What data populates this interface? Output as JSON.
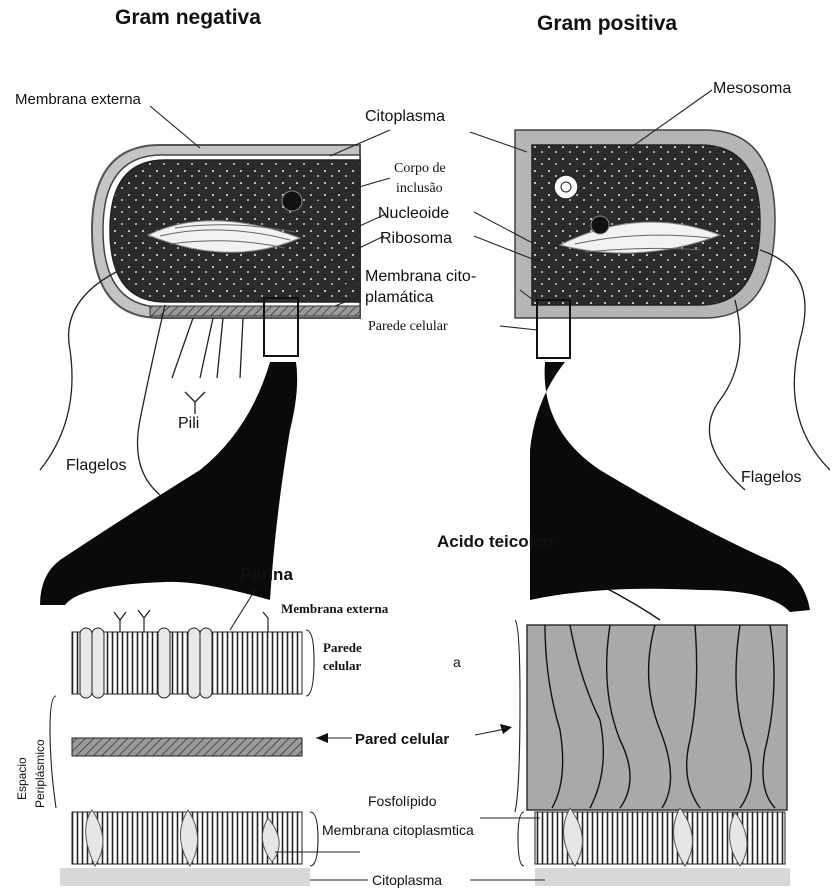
{
  "titles": {
    "negative": "Gram negativa",
    "positive": "Gram positiva"
  },
  "labels": {
    "membrana_externa_top": "Membrana externa",
    "citoplasma_top": "Citoplasma",
    "mesosoma": "Mesosoma",
    "corpo_de": "Corpo de",
    "inclusao": "inclusão",
    "nucleoide": "Nucleoide",
    "ribosoma": "Ribosoma",
    "membrana_cito_1": "Membrana cito-",
    "membrana_cito_2": "plamática",
    "parede_celular_top": "Parede celular",
    "pili": "Pili",
    "flagelos_left": "Flagelos",
    "flagelos_right": "Flagelos",
    "acido_teicoico": "Acido teicoico",
    "porina": "Porina",
    "membrana_externa_bottom": "Membrana externa",
    "parede_1": "Parede",
    "parede_2": "celular",
    "letter_a": "a",
    "pared_celular": "Pared celular",
    "espacio_1": "Espacio",
    "espacio_2": "Periplásmico",
    "fosfolipido": "Fosfolípido",
    "membrana_citoplasmtica": "Membrana citoplasmtica",
    "citoplasma_bottom": "Citoplasma"
  },
  "colors": {
    "ink": "#111111",
    "dark_cell": "#2a2a2a",
    "grey_wall": "#b8b8b8",
    "grey_fill": "#a9a9a9"
  }
}
